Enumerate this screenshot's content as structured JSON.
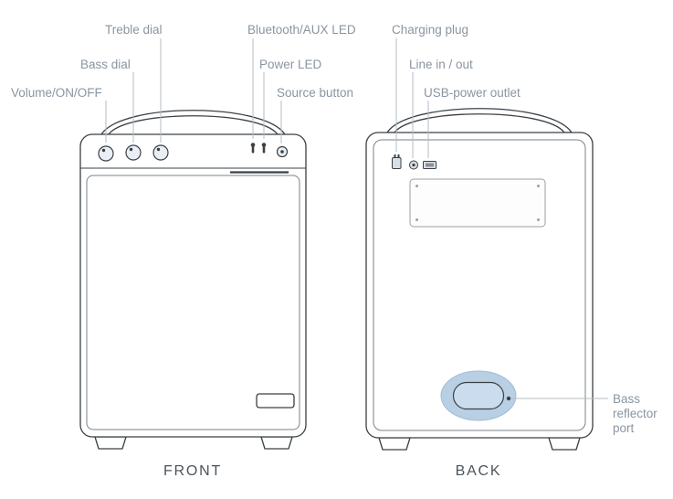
{
  "front": {
    "caption": "FRONT",
    "labels": {
      "treble_dial": "Treble dial",
      "bass_dial": "Bass dial",
      "volume_on_off": "Volume/ON/OFF",
      "bluetooth_aux_led": "Bluetooth/AUX LED",
      "power_led": "Power LED",
      "source_button": "Source button"
    }
  },
  "back": {
    "caption": "BACK",
    "labels": {
      "charging_plug": "Charging plug",
      "line_in_out": "Line in / out",
      "usb_power_outlet": "USB-power outlet",
      "bass_reflector_line1": "Bass",
      "bass_reflector_line2": "reflector",
      "bass_reflector_line3": "port"
    }
  },
  "colors": {
    "outline": "#3a4045",
    "label_text": "#8a95a1",
    "caption_text": "#4a545e",
    "leader_line": "#b6bec5",
    "accent_highlight": "#b8cfe4",
    "accent_inner": "#cadcee"
  }
}
